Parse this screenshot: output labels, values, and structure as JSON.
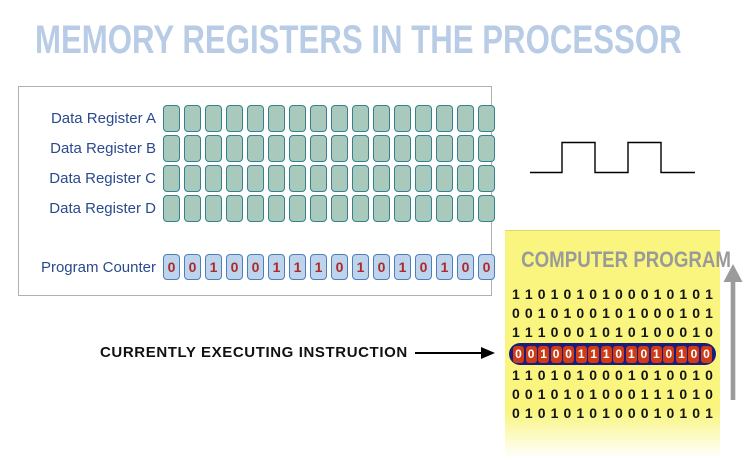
{
  "title": "MEMORY REGISTERS IN THE PROCESSOR",
  "register_panel": {
    "data_registers": [
      {
        "label": "Data Register A",
        "cell_count": 16
      },
      {
        "label": "Data Register B",
        "cell_count": 16
      },
      {
        "label": "Data Register C",
        "cell_count": 16
      },
      {
        "label": "Data Register D",
        "cell_count": 16
      }
    ],
    "program_counter": {
      "label": "Program Counter",
      "bits": "0010011101010100"
    }
  },
  "instruction_label": "CURRENTLY EXECUTING INSTRUCTION",
  "program_box": {
    "title": "COMPUTER PROGRAM",
    "rows_before": [
      "1101010100010101",
      "0010100101000101",
      "1110001010100010"
    ],
    "highlighted_instruction": "0010011101010100",
    "rows_after": [
      "1101010001010010",
      "0010101000111010",
      "0101010100010101"
    ]
  },
  "icons": {
    "clock_waveform": "square-wave",
    "right_arrow": "right-arrow",
    "up_arrow": "up-arrow"
  },
  "colors": {
    "title_blue": "#b9cce6",
    "label_navy": "#2a4a8e",
    "data_cell_fill": "#a9c9bd",
    "data_cell_border": "#35818f",
    "pc_cell_fill": "#bed3ec",
    "pc_cell_border": "#4e7fba",
    "pc_digit_red": "#aa2b2b",
    "program_box_yellow": "#f9f57e",
    "program_title_gray": "#9a9a9a",
    "highlight_navy": "#1c1a7a",
    "highlight_red": "#ce3b17",
    "arrow_gray": "#9b9b9b"
  }
}
